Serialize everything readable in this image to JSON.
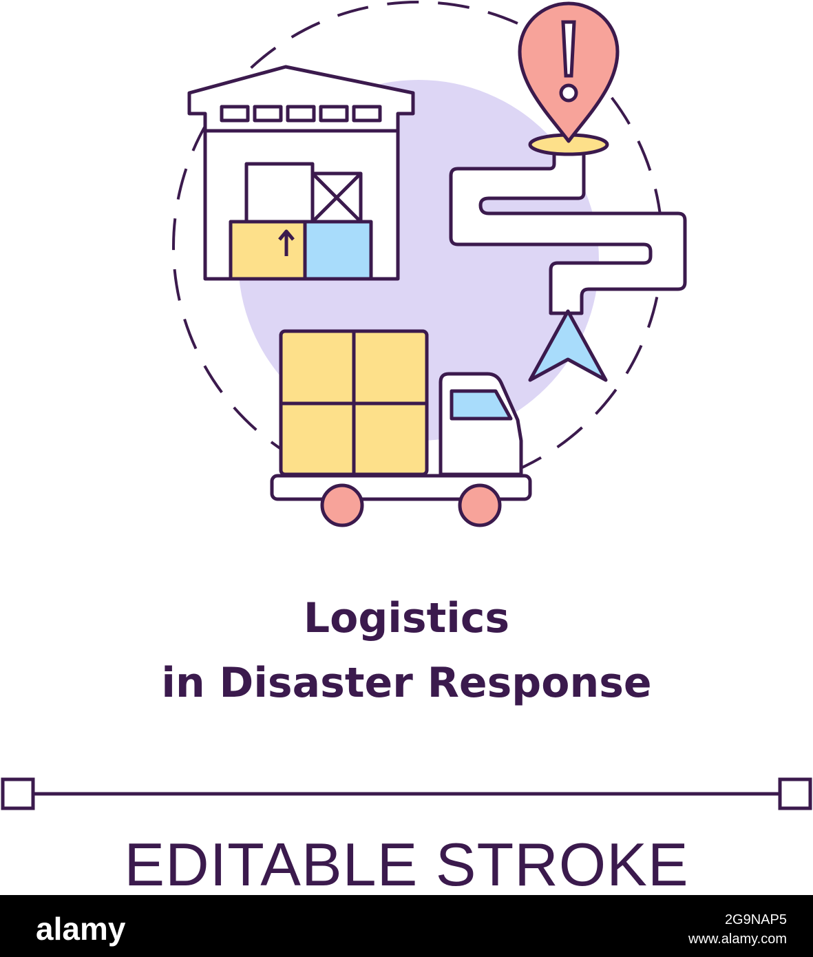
{
  "colors": {
    "stroke": "#3b1a4d",
    "lavender": "#ddd6f5",
    "box_yellow": "#fde08a",
    "box_blue": "#a8dcfb",
    "pin_red": "#f7a39a",
    "wheel_red": "#f7a39a"
  },
  "icons": [
    "warehouse-icon",
    "truck-icon",
    "location-pin-icon",
    "route-icon",
    "navigation-arrow-icon"
  ],
  "title": {
    "line1": "Logistics",
    "line2": "in Disaster Response"
  },
  "footer_label": "EDITABLE STROKE",
  "banner": {
    "brand": "alamy",
    "image_id": "2G9NAP5",
    "site": "www.alamy.com"
  }
}
